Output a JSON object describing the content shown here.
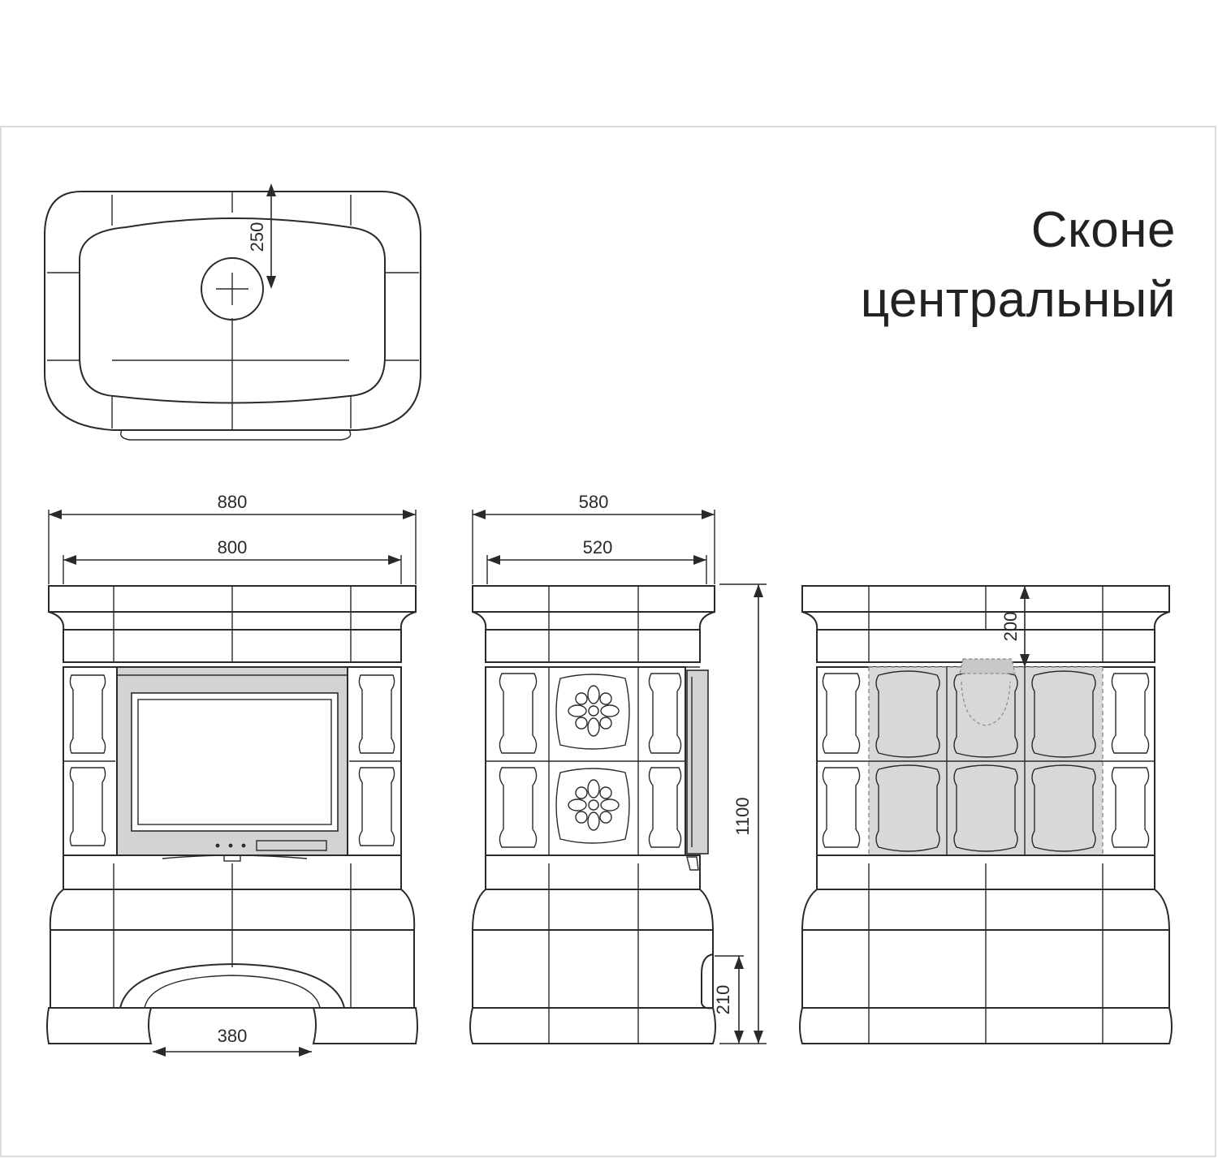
{
  "title": {
    "line1": "Сконе",
    "line2": "центральный"
  },
  "dimensions": {
    "top_view_flue_offset": "250",
    "front_total_width": "880",
    "front_body_width": "800",
    "front_opening_width": "380",
    "side_total_depth": "580",
    "side_body_depth": "520",
    "total_height": "1100",
    "air_inlet_height": "210",
    "back_flue_offset": "200"
  },
  "colors": {
    "line": "#2a2a2a",
    "door_fill": "#d3d3d1",
    "glass_fill": "#ffffff",
    "back_panel_fill": "#d8d8d6"
  }
}
